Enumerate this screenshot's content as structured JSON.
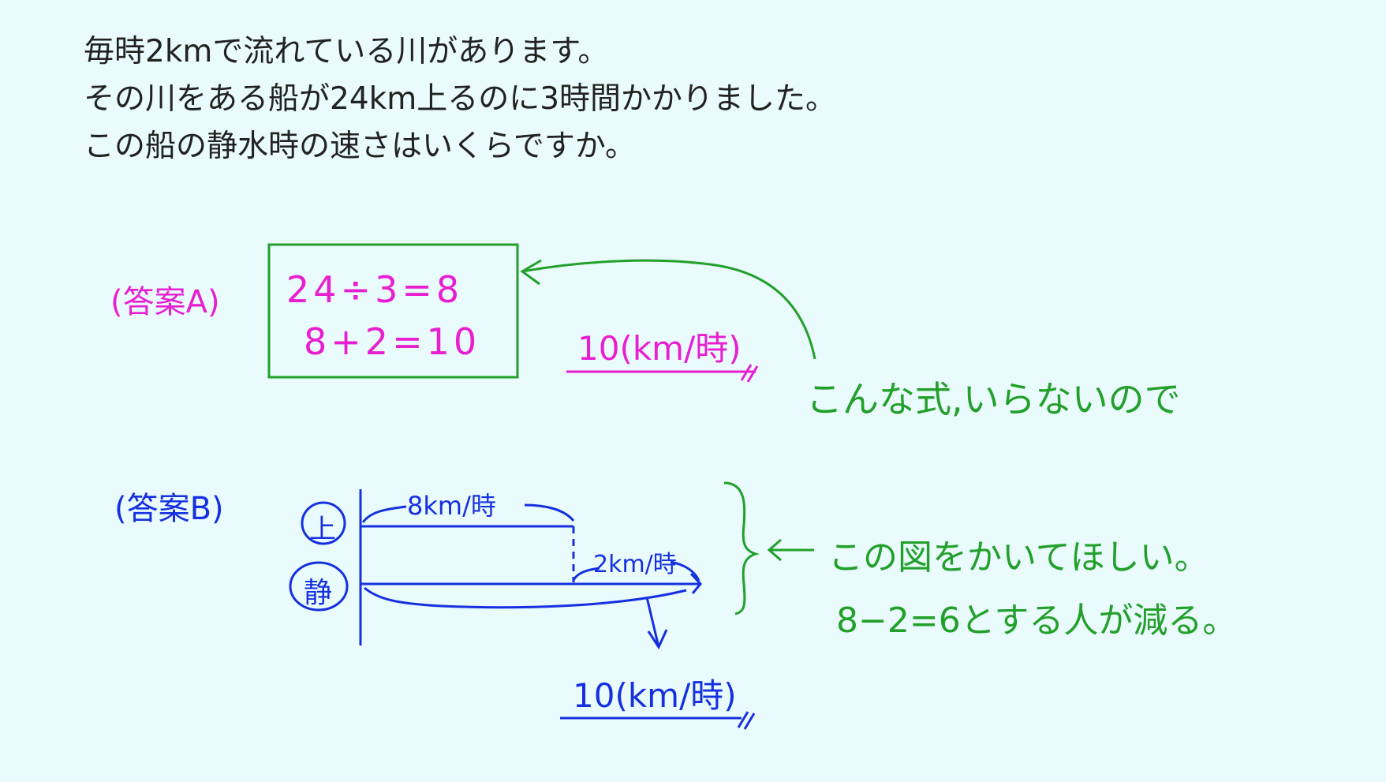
{
  "problem": {
    "lines": [
      "毎時2kmで流れている川があります。",
      "その川をある船が24km上るのに3時間かかりました。",
      "この船の静水時の速さはいくらですか。"
    ]
  },
  "answer_a": {
    "label": "(答案A)",
    "formula_line1": "24÷3=8",
    "formula_line2": "8+2=10",
    "result": "10(km/時)",
    "comment": "こんな式,いらないので",
    "colors": {
      "formula": "#e81fd0",
      "box": "#22a02a",
      "comment": "#22a02a"
    }
  },
  "answer_b": {
    "label": "(答案B)",
    "row_up_label": "上",
    "row_still_label": "静",
    "speed_up": "8km/時",
    "speed_river": "2km/時",
    "result": "10(km/時)",
    "comment_line1": "この図をかいてほしい。",
    "comment_line2": "8−2=6とする人が減る。",
    "colors": {
      "diagram": "#1630e0",
      "comment": "#22a02a"
    }
  }
}
